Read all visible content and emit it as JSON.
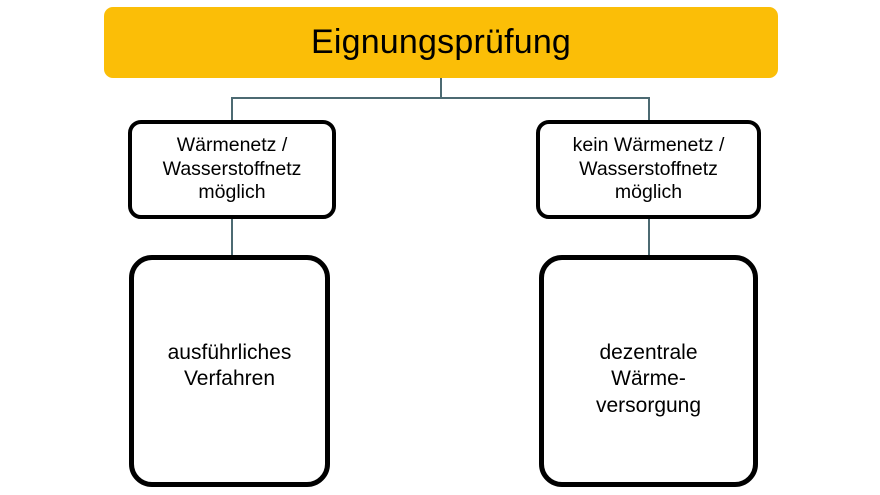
{
  "diagram": {
    "title_node": {
      "label": "Eignungsprüfung",
      "fill_color": "#FBBE07",
      "text_color": "#000000"
    },
    "branches": [
      {
        "id": "left",
        "condition_label": "Wärmenetz /\nWasserstoffnetz\nmöglich",
        "result_label": "ausführliches\nVerfahren"
      },
      {
        "id": "right",
        "condition_label": "kein Wärmenetz /\nWasserstoffnetz\nmöglich",
        "result_label": "dezentrale\nWärme-\nversorgung"
      }
    ],
    "connector_color": "#4C6A72",
    "node_border_color": "#000000",
    "node_fill_color": "#FFFFFF",
    "background_color": "#FFFFFF"
  }
}
